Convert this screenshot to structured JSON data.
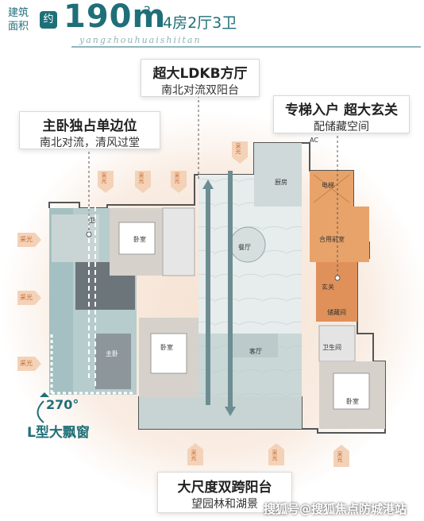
{
  "header": {
    "label_line1": "建筑",
    "label_line2": "面积",
    "approx": "约",
    "area_number": "190m",
    "area_superscript": "2",
    "layout": "4房2厅3卫",
    "script_text": "yangzhouhuaishiitan"
  },
  "callouts": {
    "ldkb": {
      "title": "超大LDKB方厅",
      "subtitle": "南北对流双阳台"
    },
    "entry": {
      "title": "专梯入户 超大玄关",
      "subtitle": "配储藏空间"
    },
    "master": {
      "title": "主卧独占单边位",
      "subtitle": "南北对流，清风过堂"
    },
    "balcony": {
      "title": "大尺度双跨阳台",
      "subtitle": "望园林和湖景"
    }
  },
  "window_feature": {
    "angle": "270°",
    "label": "L型大飘窗"
  },
  "light_marker": "采光",
  "rooms": {
    "kitchen": "厨房",
    "dining": "餐厅",
    "living": "客厅",
    "bedroom": "卧室",
    "master_bedroom": "主卧",
    "elevator": "电梯",
    "lobby": "合用前室",
    "foyer": "玄关",
    "storage": "储藏间",
    "bathroom": "卫生间",
    "ac": "AC",
    "toilet_small": "卫"
  },
  "colors": {
    "teal": "#1f6f78",
    "orange_zone": "#e8a36a",
    "floor_teal": "#a9c4c4"
  },
  "watermark": "搜狐号@搜狐焦点防城港站"
}
